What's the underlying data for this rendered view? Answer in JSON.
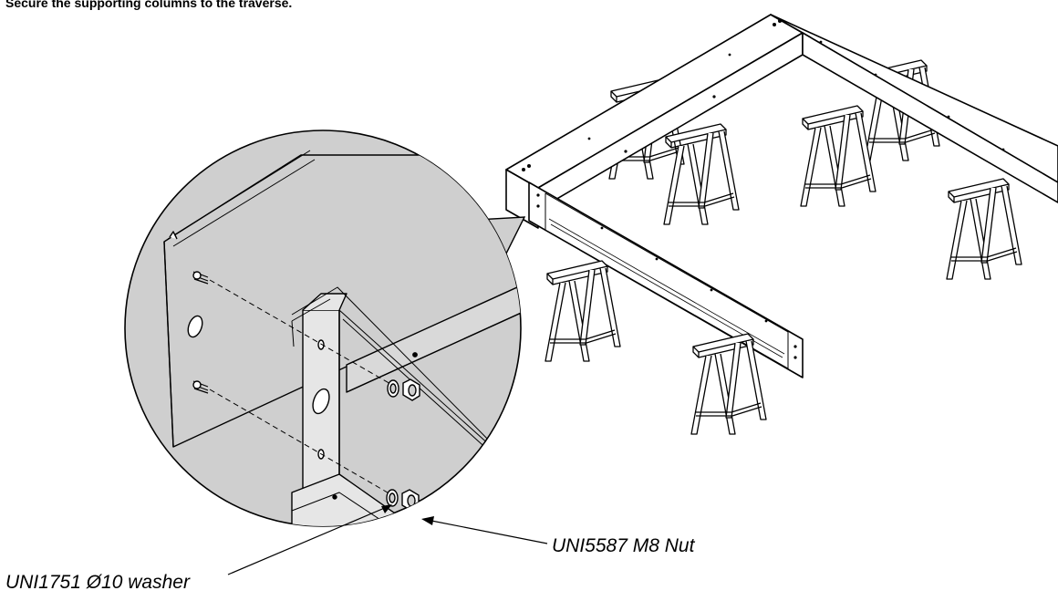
{
  "instruction": "Secure the supporting columns to the traverse.",
  "callouts": {
    "nut": "UNI5587 M8 Nut",
    "washer": "UNI1751 Ø10 washer"
  },
  "colors": {
    "line": "#000000",
    "detail_fill": "#cfcfcf",
    "panel_fill": "#e6e6e6",
    "background": "#ffffff"
  }
}
